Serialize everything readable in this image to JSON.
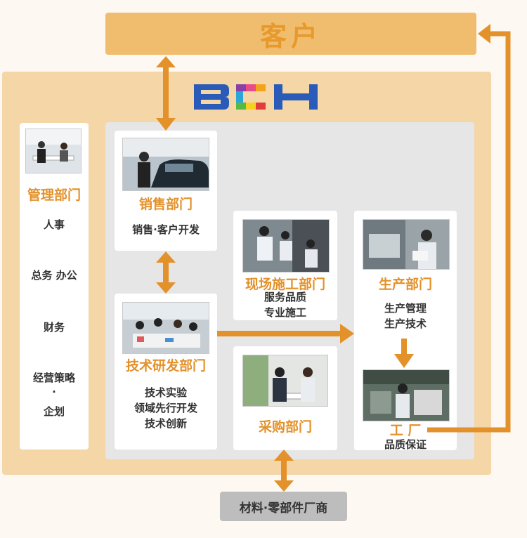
{
  "customer": {
    "label": "客户"
  },
  "logo": {
    "text": "BCH"
  },
  "management": {
    "title": "管理部门",
    "items": [
      "人事",
      "总务 办公",
      "财务",
      "经营策略",
      "·",
      "企划"
    ]
  },
  "sales": {
    "title": "销售部门",
    "desc": "销售·客户开发"
  },
  "field": {
    "title": "现场施工部门",
    "lines": [
      "服务品质",
      "专业施工"
    ]
  },
  "production": {
    "title": "生产部门",
    "lines": [
      "生产管理",
      "生产技术"
    ]
  },
  "rnd": {
    "title": "技术研发部门",
    "lines": [
      "技术实验",
      "领域先行开发",
      "技术创新"
    ]
  },
  "purchasing": {
    "title": "采购部门"
  },
  "factory": {
    "title": "工 厂",
    "desc": "品质保证"
  },
  "suppliers": {
    "label": "材料·零部件厂商"
  },
  "colors": {
    "accent": "#e3912a",
    "customer_bg": "#f0bd6e",
    "company_bg": "#f4d6a7",
    "inner_bg": "#e6e6e6",
    "supplier_bg": "#bdbdbd"
  }
}
